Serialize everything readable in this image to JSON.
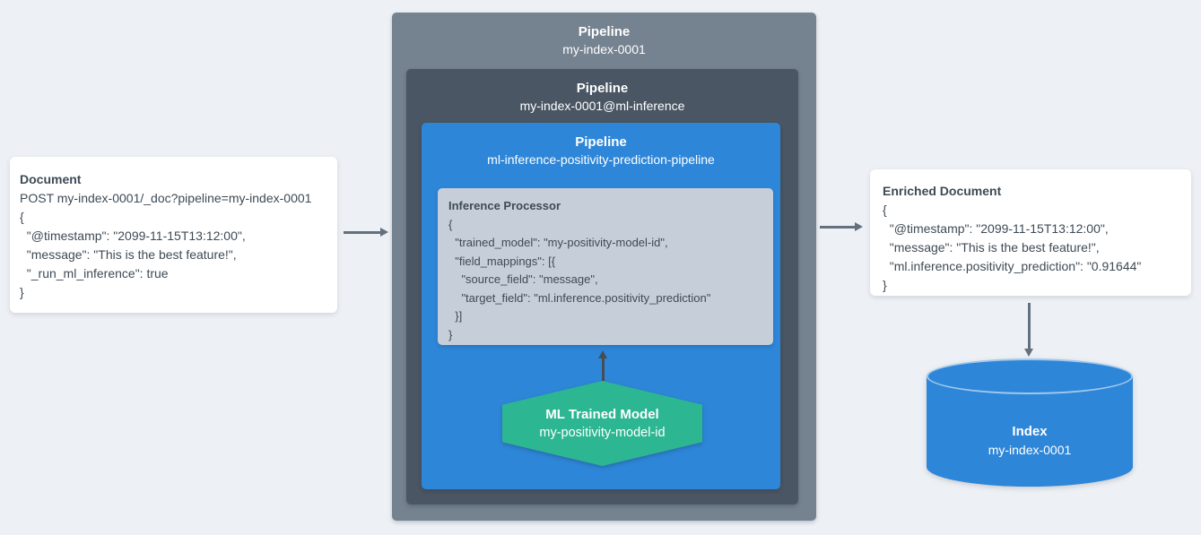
{
  "colors": {
    "page-bg": "#edf1f5",
    "card-bg": "#ffffff",
    "outer-box": "#75828f",
    "mid-box": "#4a5663",
    "blue": "#2e86d8",
    "processor-bg": "#c6cfd9",
    "green": "#2cb692",
    "arrow": "#64707e",
    "dark-arrow": "#454d55",
    "text-dark": "#3e4a55",
    "text-light": "#ffffff"
  },
  "document_card": {
    "title": "Document",
    "lines": [
      "POST my-index-0001/_doc?pipeline=my-index-0001",
      "{",
      "  \"@timestamp\": \"2099-11-15T13:12:00\",",
      "  \"message\": \"This is the best feature!\",",
      "  \"_run_ml_inference\": true",
      "}"
    ]
  },
  "pipeline_outer": {
    "title": "Pipeline",
    "name": "my-index-0001"
  },
  "pipeline_mid": {
    "title": "Pipeline",
    "name": "my-index-0001@ml-inference"
  },
  "pipeline_inner": {
    "title": "Pipeline",
    "name": "ml-inference-positivity-prediction-pipeline"
  },
  "inference_processor": {
    "title": "Inference Processor",
    "lines": [
      "{",
      "  \"trained_model\": \"my-positivity-model-id\",",
      "  \"field_mappings\": [{",
      "    \"source_field\": \"message\",",
      "    \"target_field\": \"ml.inference.positivity_prediction\"",
      "  }]",
      "}"
    ]
  },
  "ml_model": {
    "title": "ML Trained Model",
    "name": "my-positivity-model-id"
  },
  "enriched_card": {
    "title": "Enriched Document",
    "lines": [
      "{",
      "  \"@timestamp\": \"2099-11-15T13:12:00\",",
      "  \"message\": \"This is the best feature!\",",
      "  \"ml.inference.positivity_prediction\": \"0.91644\"",
      "}"
    ]
  },
  "index_cylinder": {
    "title": "Index",
    "name": "my-index-0001"
  }
}
